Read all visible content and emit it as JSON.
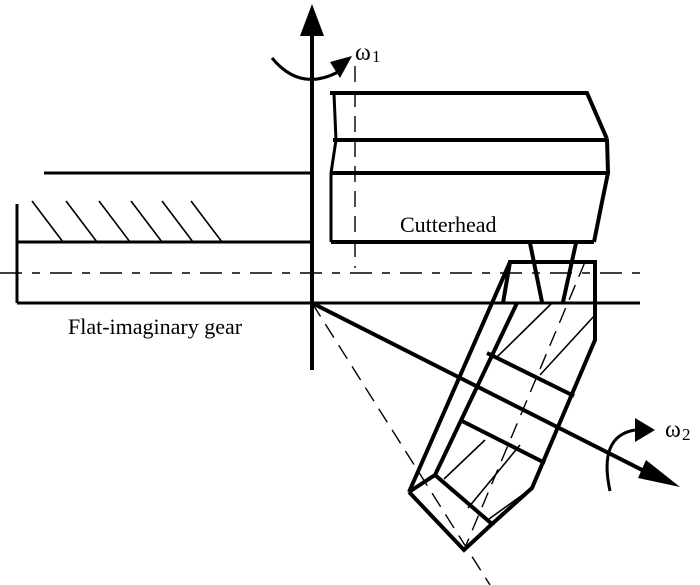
{
  "diagram": {
    "labels": {
      "cutterhead": "Cutterhead",
      "flat_gear": "Flat-imaginary gear",
      "omega1_symbol": "ω",
      "omega1_sub": "1",
      "omega2_symbol": "ω",
      "omega2_sub": "2"
    },
    "icons": {
      "axis1_arrow": "arrow-up-icon",
      "axis2_arrow": "arrow-down-right-icon",
      "rotation1": "rotation-arrow-icon",
      "rotation2": "rotation-arrow-icon"
    },
    "colors": {
      "line": "#000000",
      "background": "#ffffff"
    }
  }
}
